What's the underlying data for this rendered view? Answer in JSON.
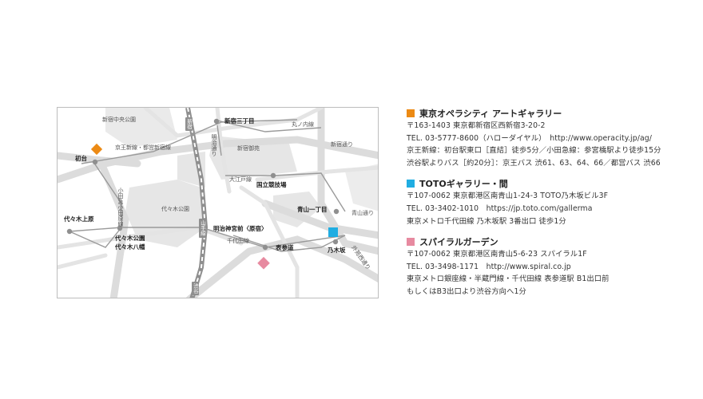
{
  "colors": {
    "opera": "#ec8a14",
    "toto": "#20ade2",
    "spiral": "#e78aa0",
    "road": "#dedede",
    "park": "#e6e6e6",
    "rail": "#8f8f8f"
  },
  "map": {
    "stations": {
      "hatsudai": "初台",
      "shinjuku_sanchome": "新宿三丁目",
      "yoyogi_uehara": "代々木上原",
      "yoyogi_koen": "代々木公園",
      "yoyogi_hachiman": "代々木八幡",
      "kokuritsu": "国立競技場",
      "meiji_jingumae": "明治神宮前〈原宿〉",
      "omotesando": "表参道",
      "aoyama_itchome": "青山一丁目",
      "nogizaka": "乃木坂"
    },
    "places": {
      "shinjuku_chuo_koen": "新宿中央公園",
      "shinjuku_gyoen": "新宿御苑",
      "yoyogi_koen_park": "代々木公園"
    },
    "lines": {
      "keio": "京王新線・都営新宿線",
      "marunouchi": "丸ノ内線",
      "shinjuku_dori": "新宿通り",
      "meiji_dori": "明治通り",
      "oedo": "大江戸線",
      "odakyu": "小田急小田原線",
      "aoyama_dori": "青山通り",
      "chiyoda": "千代田線",
      "gaien_nishi": "外苑西通り"
    },
    "shields": {
      "shinjuku": "新宿",
      "yamanote": "山手線",
      "shibuya": "渋谷"
    }
  },
  "venues": [
    {
      "title": "東京オペラシティ アートギャラリー",
      "lines": [
        "〒163-1403 東京都新宿区西新宿3-20-2",
        "TEL. 03-5777-8600（ハローダイヤル）　http://www.operacity.jp/ag/",
        "京王新線：初台駅東口［直結］徒歩5分／小田急線：参宮橋駅より徒歩15分",
        "渋谷駅よりバス［約20分］：京王バス 渋61、63、64、66／都営バス 渋66"
      ]
    },
    {
      "title": "TOTOギャラリー・間",
      "lines": [
        "〒107-0062 東京都港区南青山1-24-3 TOTO乃木坂ビル3F",
        "TEL. 03-3402-1010　https://jp.toto.com/gallerma",
        "東京メトロ千代田線 乃木坂駅 3番出口 徒歩1分"
      ]
    },
    {
      "title": "スパイラルガーデン",
      "lines": [
        "〒107-0062 東京都港区南青山5-6-23 スパイラル1F",
        "TEL. 03-3498-1171　http://www.spiral.co.jp",
        "東京メトロ銀座線・半蔵門線・千代田線 表参道駅 B1出口前",
        "もしくはB3出口より渋谷方向へ1分"
      ]
    }
  ]
}
